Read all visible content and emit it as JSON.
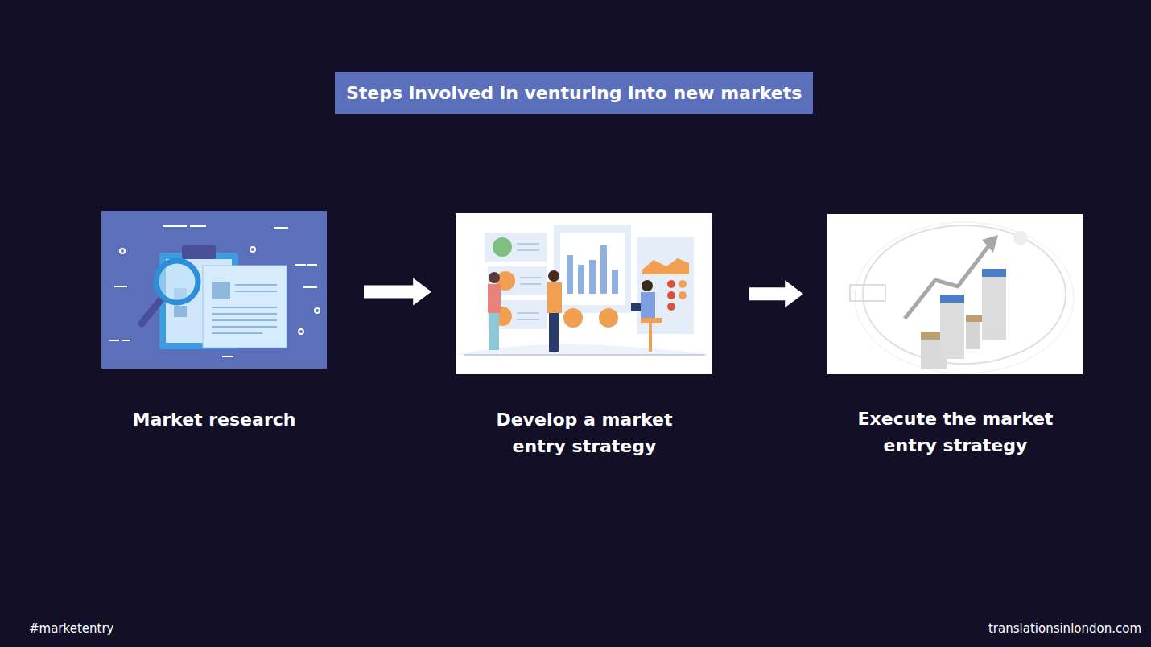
{
  "diagram": {
    "title": "Steps involved in venturing into new markets",
    "nodes": [
      {
        "text": [
          "Market research"
        ]
      },
      {
        "text": [
          "Develop a market entry strategy"
        ]
      },
      {
        "text": [
          "Execute the market entry strategy"
        ]
      }
    ],
    "edges": [
      {
        "from": 0,
        "to": 1,
        "arrow": "to"
      },
      {
        "from": 1,
        "to": 2,
        "arrow": "to"
      }
    ],
    "labels": [
      "#marketentry",
      "translationsinlondon.com"
    ]
  }
}
